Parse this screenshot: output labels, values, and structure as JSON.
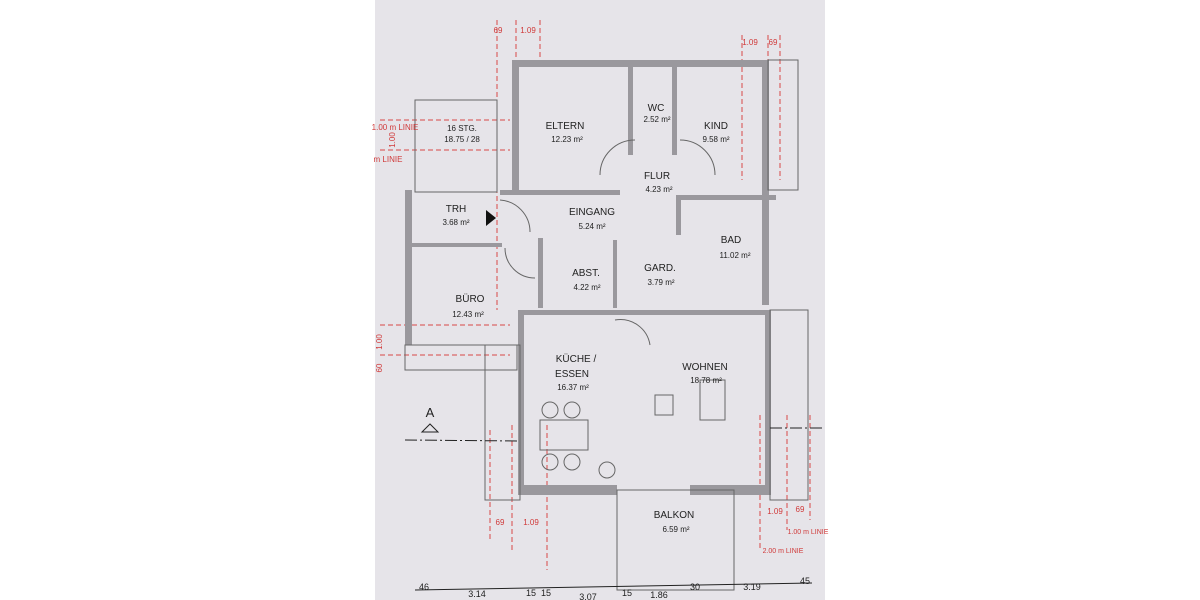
{
  "plan": {
    "rooms": [
      {
        "name": "ELTERN",
        "area": "12.23 m²"
      },
      {
        "name": "WC",
        "area": "2.52 m²"
      },
      {
        "name": "KIND",
        "area": "9.58 m²"
      },
      {
        "name": "FLUR",
        "area": "4.23 m²"
      },
      {
        "name": "TRH",
        "area": "3.68 m²"
      },
      {
        "name": "EINGANG",
        "area": "5.24 m²"
      },
      {
        "name": "BAD",
        "area": "11.02 m²"
      },
      {
        "name": "BÜRO",
        "area": "12.43 m²"
      },
      {
        "name": "ABST.",
        "area": "4.22 m²"
      },
      {
        "name": "GARD.",
        "area": "3.79 m²"
      },
      {
        "name": "KÜCHE /",
        "name2": "ESSEN",
        "area": "16.37 m²"
      },
      {
        "name": "WOHNEN",
        "area": "18.78 m²"
      },
      {
        "name": "BALKON",
        "area": "6.59 m²"
      }
    ],
    "stairs": {
      "label": "16 STG.",
      "ratio": "18.75 / 28"
    },
    "section_marker": "A",
    "red_dimensions": [
      "69",
      "1.09",
      "1.09",
      "69",
      "69",
      "1.09",
      "1.09",
      "69",
      "1.00",
      "1.00",
      "60"
    ],
    "line_labels": [
      "1.00 m LINIE",
      "m LINIE",
      "1.00 m LINIE",
      "2.00 m LINIE"
    ],
    "bottom_dimensions": [
      "46",
      "3.14",
      "15",
      "15",
      "3.07",
      "15",
      "1.86",
      "30",
      "3.19",
      "45"
    ],
    "colors": {
      "paper": "#e6e4e9",
      "walls": "#9a989d",
      "dimension_lines": "#d84848"
    }
  }
}
